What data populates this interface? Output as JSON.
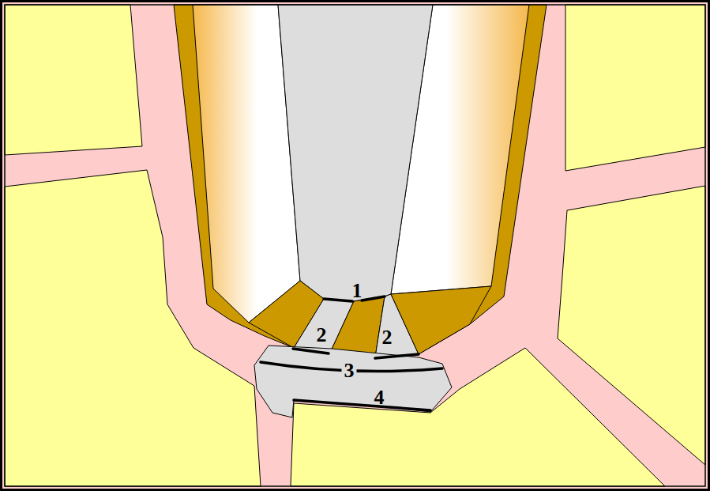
{
  "diagram": {
    "labels": [
      "1",
      "2",
      "2",
      "3",
      "4"
    ]
  }
}
